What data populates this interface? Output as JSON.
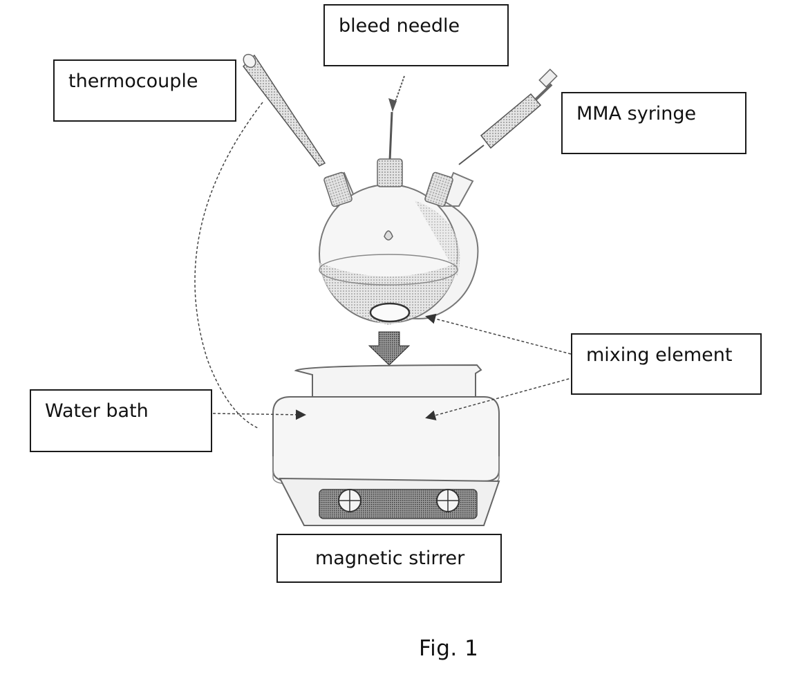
{
  "labels": {
    "thermocouple": "thermocouple",
    "bleed_needle": "bleed needle",
    "mma_syringe": "MMA syringe",
    "mixing_element": "mixing element",
    "water_bath": "Water bath",
    "magnetic_stirrer": "magnetic stirrer"
  },
  "caption": "Fig. 1"
}
